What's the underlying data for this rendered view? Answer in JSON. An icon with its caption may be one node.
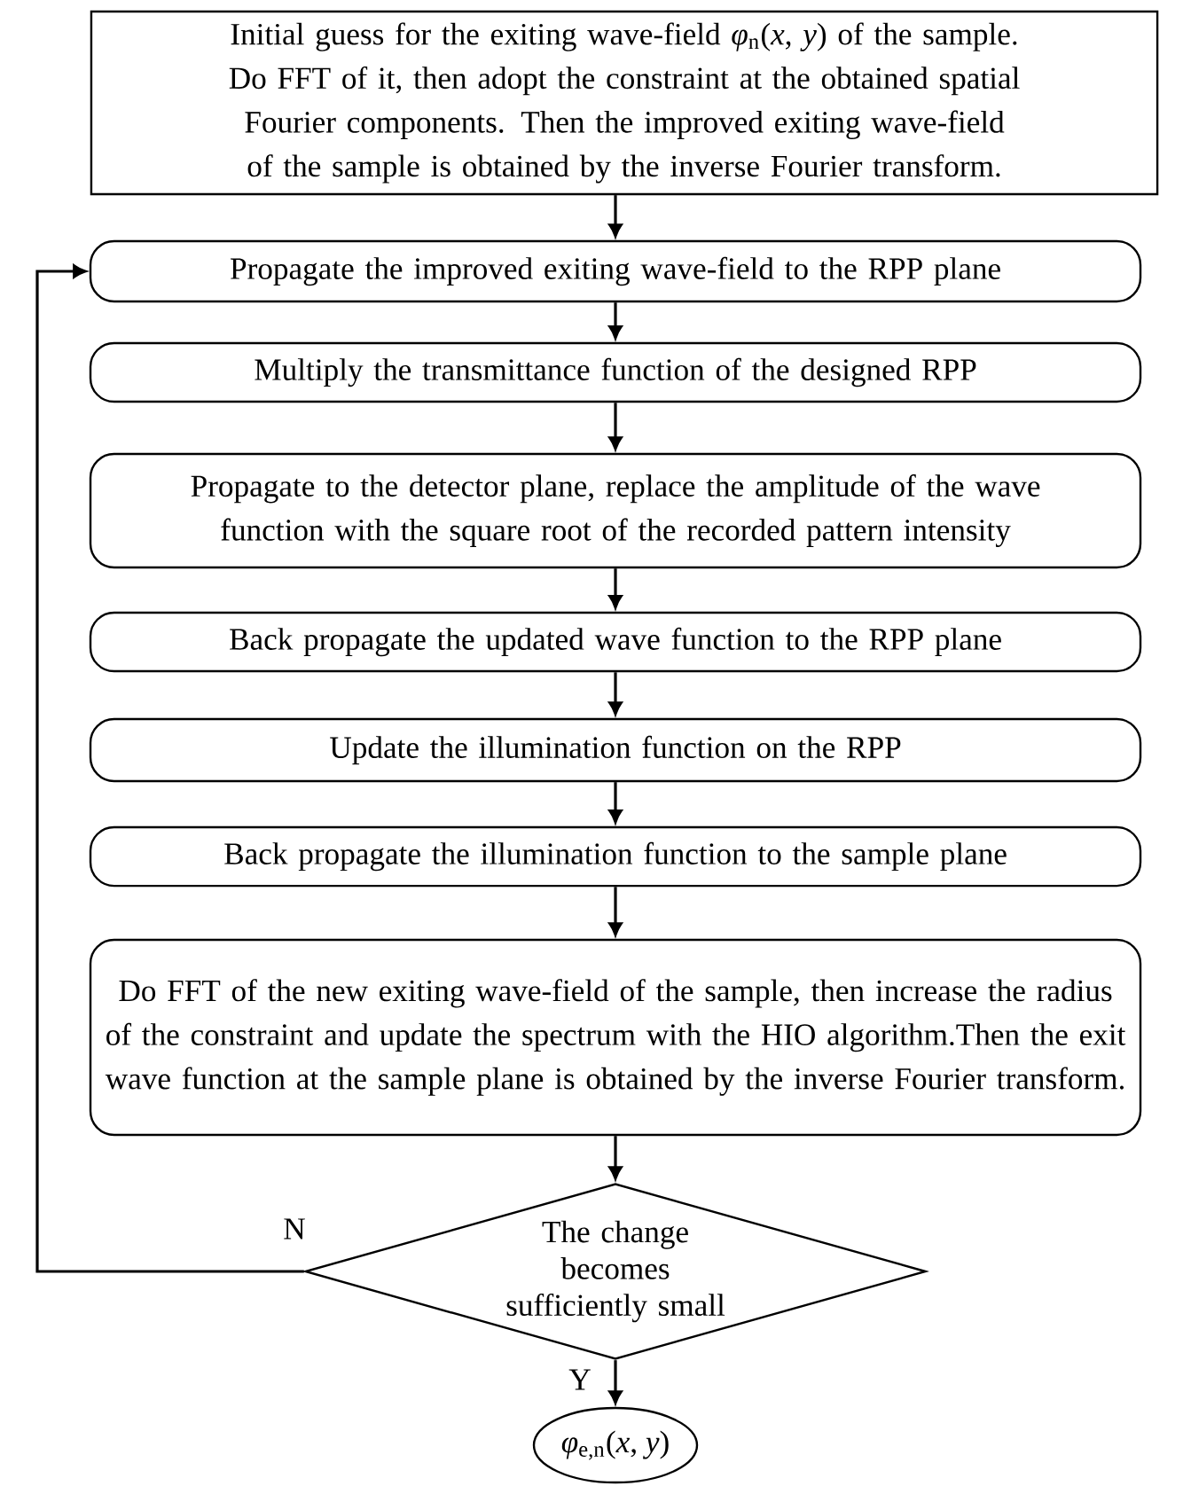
{
  "diagram": {
    "nodes": [
      {
        "text": [
          "Initial guess for the exiting wave-field *φ*$_{n}$(*x*, *y*) of the sample. Do FFT of it, then adopt the constraint at the obtained spatial Fourier components. Then the improved exiting wave-field of the sample is obtained by the inverse Fourier transform."
        ]
      },
      {
        "text": [
          "Propagate the improved exiting wave-field to the RPP plane"
        ]
      },
      {
        "text": [
          "Multiply the transmittance function of the designed RPP"
        ]
      },
      {
        "text": [
          "Propagate to the detector plane, replace the amplitude of the wave function with the square root of the recorded pattern intensity"
        ]
      },
      {
        "text": [
          "Back propagate the updated wave function to the RPP plane"
        ]
      },
      {
        "text": [
          "Update the illumination function on the RPP"
        ]
      },
      {
        "text": [
          "Back propagate the illumination function to the sample plane"
        ]
      },
      {
        "text": [
          "Do FFT of the new exiting wave-field of the sample, then increase the radius of the constraint and update the spectrum with the HIO algorithm.Then the exit wave function at the sample plane is obtained by the inverse Fourier transform."
        ]
      },
      {
        "text": [
          "The change becomes sufficiently small"
        ]
      },
      {
        "text": [
          "*φ*$_{e,n}$(*x*, *y*)"
        ]
      }
    ],
    "edges": [
      {
        "from": 0,
        "to": 1,
        "arrow": "to"
      },
      {
        "from": 1,
        "to": 2,
        "arrow": "to"
      },
      {
        "from": 2,
        "to": 3,
        "arrow": "to"
      },
      {
        "from": 3,
        "to": 4,
        "arrow": "to"
      },
      {
        "from": 4,
        "to": 5,
        "arrow": "to"
      },
      {
        "from": 5,
        "to": 6,
        "arrow": "to"
      },
      {
        "from": 6,
        "to": 7,
        "arrow": "to"
      },
      {
        "from": 7,
        "to": 8,
        "arrow": "to"
      },
      {
        "from": 8,
        "to": 9,
        "arrow": "to",
        "label": "Y"
      },
      {
        "from": 8,
        "to": 1,
        "arrow": "to",
        "label": "N"
      }
    ]
  }
}
